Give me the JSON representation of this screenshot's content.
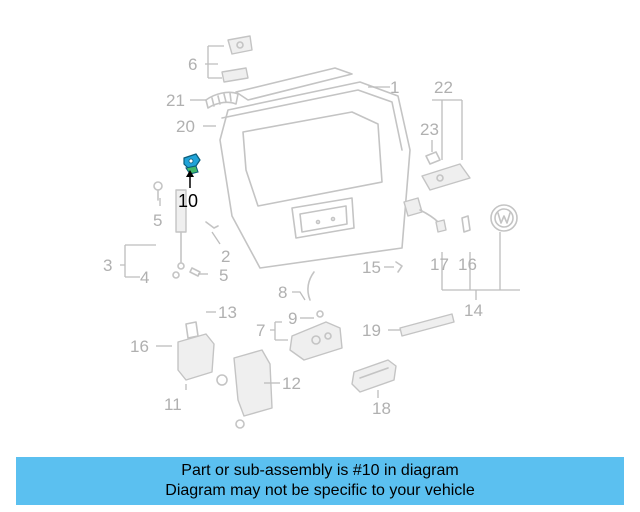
{
  "diagram": {
    "labels": {
      "l1": "1",
      "l2": "2",
      "l3": "3",
      "l4": "4",
      "l5a": "5",
      "l5b": "5",
      "l6": "6",
      "l7": "7",
      "l8": "8",
      "l9": "9",
      "l10": "10",
      "l11": "11",
      "l12": "12",
      "l13": "13",
      "l14": "14",
      "l15": "15",
      "l16a": "16",
      "l16b": "16",
      "l17": "17",
      "l18": "18",
      "l19": "19",
      "l20": "20",
      "l21": "21",
      "l22": "22",
      "l23": "23"
    },
    "highlight_color": "#1fa3d8",
    "part_color": "#c4c4c4"
  },
  "banner": {
    "line1": "Part or sub-assembly is #10 in diagram",
    "line2": "Diagram may not be specific to your vehicle",
    "background": "#5bc0f0"
  }
}
